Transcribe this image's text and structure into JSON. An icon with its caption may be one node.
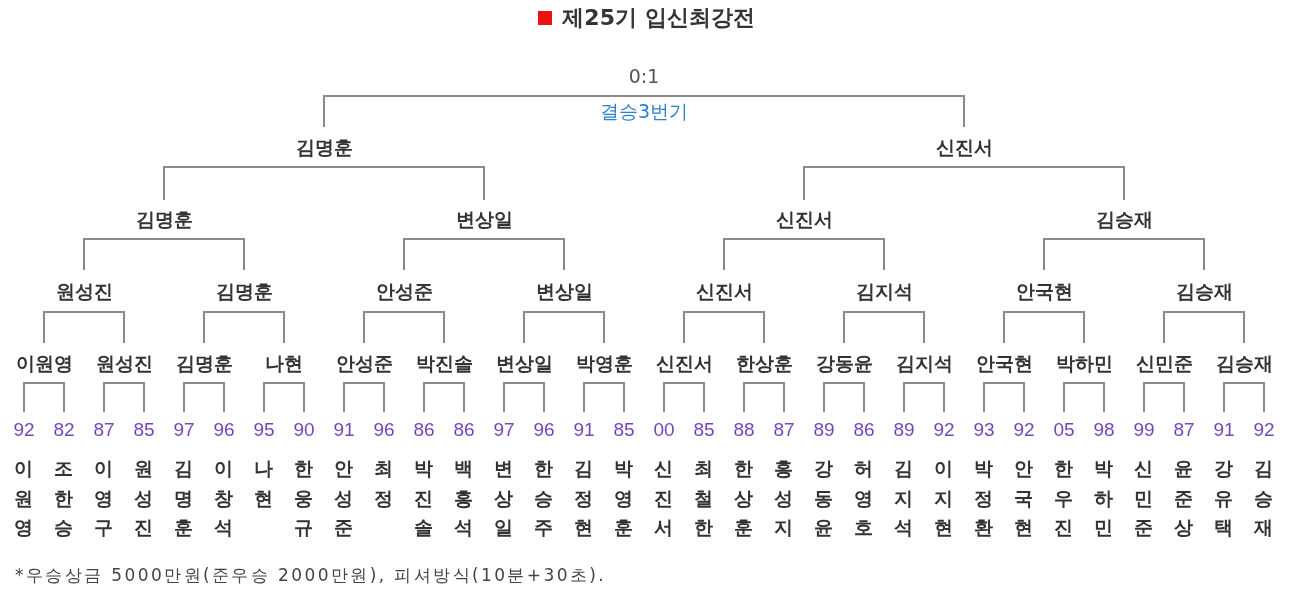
{
  "diagram": {
    "title": "제25기 입신최강전",
    "caption": "*우승상금 5000만원(준우승 2000만원), 피셔방식(10분+30초).",
    "nodes": [
      {
        "text": [
          "0:1"
        ]
      },
      {
        "text": [
          "김명훈"
        ]
      },
      {
        "text": [
          "신진서"
        ]
      },
      {
        "text": [
          "김명훈"
        ]
      },
      {
        "text": [
          "변상일"
        ]
      },
      {
        "text": [
          "신진서"
        ]
      },
      {
        "text": [
          "김승재"
        ]
      },
      {
        "text": [
          "원성진"
        ]
      },
      {
        "text": [
          "김명훈"
        ]
      },
      {
        "text": [
          "안성준"
        ]
      },
      {
        "text": [
          "변상일"
        ]
      },
      {
        "text": [
          "신진서"
        ]
      },
      {
        "text": [
          "김지석"
        ]
      },
      {
        "text": [
          "안국현"
        ]
      },
      {
        "text": [
          "김승재"
        ]
      },
      {
        "text": [
          "이원영"
        ]
      },
      {
        "text": [
          "원성진"
        ]
      },
      {
        "text": [
          "김명훈"
        ]
      },
      {
        "text": [
          "나현"
        ]
      },
      {
        "text": [
          "안성준"
        ]
      },
      {
        "text": [
          "박진솔"
        ]
      },
      {
        "text": [
          "변상일"
        ]
      },
      {
        "text": [
          "박영훈"
        ]
      },
      {
        "text": [
          "신진서"
        ]
      },
      {
        "text": [
          "한상훈"
        ]
      },
      {
        "text": [
          "강동윤"
        ]
      },
      {
        "text": [
          "김지석"
        ]
      },
      {
        "text": [
          "안국현"
        ]
      },
      {
        "text": [
          "박하민"
        ]
      },
      {
        "text": [
          "신민준"
        ]
      },
      {
        "text": [
          "김승재"
        ]
      },
      {
        "text": [
          "92",
          "이원영"
        ]
      },
      {
        "text": [
          "82",
          "조한승"
        ]
      },
      {
        "text": [
          "87",
          "이영구"
        ]
      },
      {
        "text": [
          "85",
          "원성진"
        ]
      },
      {
        "text": [
          "97",
          "김명훈"
        ]
      },
      {
        "text": [
          "96",
          "이창석"
        ]
      },
      {
        "text": [
          "95",
          "나현"
        ]
      },
      {
        "text": [
          "90",
          "한웅규"
        ]
      },
      {
        "text": [
          "91",
          "안성준"
        ]
      },
      {
        "text": [
          "96",
          "최정"
        ]
      },
      {
        "text": [
          "86",
          "박진솔"
        ]
      },
      {
        "text": [
          "86",
          "백홍석"
        ]
      },
      {
        "text": [
          "97",
          "변상일"
        ]
      },
      {
        "text": [
          "96",
          "한승주"
        ]
      },
      {
        "text": [
          "91",
          "김정현"
        ]
      },
      {
        "text": [
          "85",
          "박영훈"
        ]
      },
      {
        "text": [
          "00",
          "신진서"
        ]
      },
      {
        "text": [
          "85",
          "최철한"
        ]
      },
      {
        "text": [
          "88",
          "한상훈"
        ]
      },
      {
        "text": [
          "87",
          "홍성지"
        ]
      },
      {
        "text": [
          "89",
          "강동윤"
        ]
      },
      {
        "text": [
          "86",
          "허영호"
        ]
      },
      {
        "text": [
          "89",
          "김지석"
        ]
      },
      {
        "text": [
          "92",
          "이지현"
        ]
      },
      {
        "text": [
          "93",
          "박정환"
        ]
      },
      {
        "text": [
          "92",
          "안국현"
        ]
      },
      {
        "text": [
          "05",
          "한우진"
        ]
      },
      {
        "text": [
          "98",
          "박하민"
        ]
      },
      {
        "text": [
          "99",
          "신민준"
        ]
      },
      {
        "text": [
          "87",
          "윤준상"
        ]
      },
      {
        "text": [
          "91",
          "강유택"
        ]
      },
      {
        "text": [
          "92",
          "김승재"
        ]
      }
    ],
    "edges": [
      {
        "from": 1,
        "to": 0,
        "arrow": "none"
      },
      {
        "from": 2,
        "to": 0,
        "arrow": "none"
      },
      {
        "from": 3,
        "to": 1,
        "arrow": "none"
      },
      {
        "from": 4,
        "to": 1,
        "arrow": "none"
      },
      {
        "from": 5,
        "to": 2,
        "arrow": "none"
      },
      {
        "from": 6,
        "to": 2,
        "arrow": "none"
      },
      {
        "from": 7,
        "to": 3,
        "arrow": "none"
      },
      {
        "from": 8,
        "to": 3,
        "arrow": "none"
      },
      {
        "from": 9,
        "to": 4,
        "arrow": "none"
      },
      {
        "from": 10,
        "to": 4,
        "arrow": "none"
      },
      {
        "from": 11,
        "to": 5,
        "arrow": "none"
      },
      {
        "from": 12,
        "to": 5,
        "arrow": "none"
      },
      {
        "from": 13,
        "to": 6,
        "arrow": "none"
      },
      {
        "from": 14,
        "to": 6,
        "arrow": "none"
      },
      {
        "from": 15,
        "to": 7,
        "arrow": "none"
      },
      {
        "from": 16,
        "to": 7,
        "arrow": "none"
      },
      {
        "from": 17,
        "to": 8,
        "arrow": "none"
      },
      {
        "from": 18,
        "to": 8,
        "arrow": "none"
      },
      {
        "from": 19,
        "to": 9,
        "arrow": "none"
      },
      {
        "from": 20,
        "to": 9,
        "arrow": "none"
      },
      {
        "from": 21,
        "to": 10,
        "arrow": "none"
      },
      {
        "from": 22,
        "to": 10,
        "arrow": "none"
      },
      {
        "from": 23,
        "to": 11,
        "arrow": "none"
      },
      {
        "from": 24,
        "to": 11,
        "arrow": "none"
      },
      {
        "from": 25,
        "to": 12,
        "arrow": "none"
      },
      {
        "from": 26,
        "to": 12,
        "arrow": "none"
      },
      {
        "from": 27,
        "to": 13,
        "arrow": "none"
      },
      {
        "from": 28,
        "to": 13,
        "arrow": "none"
      },
      {
        "from": 29,
        "to": 14,
        "arrow": "none"
      },
      {
        "from": 30,
        "to": 14,
        "arrow": "none"
      },
      {
        "from": 31,
        "to": 15,
        "arrow": "none"
      },
      {
        "from": 32,
        "to": 15,
        "arrow": "none"
      },
      {
        "from": 33,
        "to": 16,
        "arrow": "none"
      },
      {
        "from": 34,
        "to": 16,
        "arrow": "none"
      },
      {
        "from": 35,
        "to": 17,
        "arrow": "none"
      },
      {
        "from": 36,
        "to": 17,
        "arrow": "none"
      },
      {
        "from": 37,
        "to": 18,
        "arrow": "none"
      },
      {
        "from": 38,
        "to": 18,
        "arrow": "none"
      },
      {
        "from": 39,
        "to": 19,
        "arrow": "none"
      },
      {
        "from": 40,
        "to": 19,
        "arrow": "none"
      },
      {
        "from": 41,
        "to": 20,
        "arrow": "none"
      },
      {
        "from": 42,
        "to": 20,
        "arrow": "none"
      },
      {
        "from": 43,
        "to": 21,
        "arrow": "none"
      },
      {
        "from": 44,
        "to": 21,
        "arrow": "none"
      },
      {
        "from": 45,
        "to": 22,
        "arrow": "none"
      },
      {
        "from": 46,
        "to": 22,
        "arrow": "none"
      },
      {
        "from": 47,
        "to": 23,
        "arrow": "none"
      },
      {
        "from": 48,
        "to": 23,
        "arrow": "none"
      },
      {
        "from": 49,
        "to": 24,
        "arrow": "none"
      },
      {
        "from": 50,
        "to": 24,
        "arrow": "none"
      },
      {
        "from": 51,
        "to": 25,
        "arrow": "none"
      },
      {
        "from": 52,
        "to": 25,
        "arrow": "none"
      },
      {
        "from": 53,
        "to": 26,
        "arrow": "none"
      },
      {
        "from": 54,
        "to": 26,
        "arrow": "none"
      },
      {
        "from": 55,
        "to": 27,
        "arrow": "none"
      },
      {
        "from": 56,
        "to": 27,
        "arrow": "none"
      },
      {
        "from": 57,
        "to": 28,
        "arrow": "none"
      },
      {
        "from": 58,
        "to": 28,
        "arrow": "none"
      },
      {
        "from": 59,
        "to": 29,
        "arrow": "none"
      },
      {
        "from": 60,
        "to": 29,
        "arrow": "none"
      },
      {
        "from": 61,
        "to": 30,
        "arrow": "none"
      },
      {
        "from": 62,
        "to": 30,
        "arrow": "none"
      }
    ],
    "labels": [
      "결승3번기"
    ]
  }
}
